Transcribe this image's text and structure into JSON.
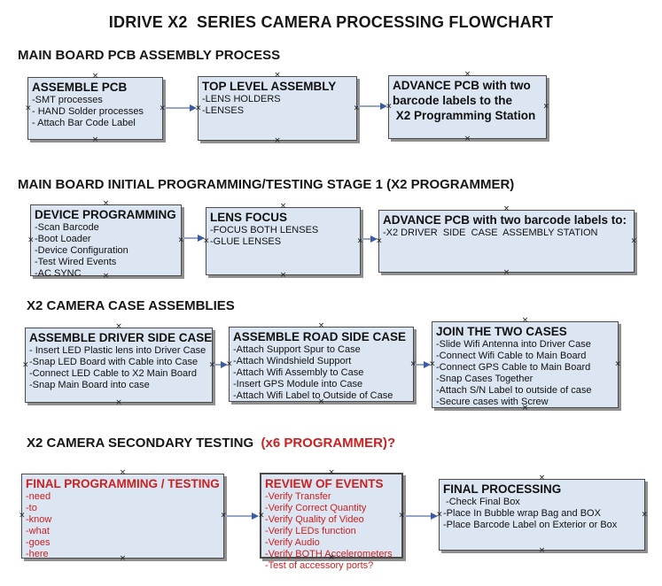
{
  "meta": {
    "anchor_glyph": "×"
  },
  "title": "IDRIVE X2  SERIES CAMERA PROCESSING FLOWCHART",
  "colors": {
    "box_fill": "#dce6f2",
    "box_border": "#4a4a4a",
    "box_shadow": "#8f8f8f",
    "arrow_line": "#96a5c5",
    "arrow_head": "#3b5ba5",
    "red_text": "#cc2020"
  },
  "sections": [
    {
      "heading": "MAIN BOARD PCB ASSEMBLY PROCESS",
      "boxes": [
        {
          "title": "ASSEMBLE PCB",
          "items": [
            "-SMT processes",
            "- HAND Solder processes",
            "- Attach Bar Code Label"
          ]
        },
        {
          "title": "TOP LEVEL ASSEMBLY",
          "items": [
            "-LENS HOLDERS",
            "-LENSES"
          ]
        },
        {
          "title": "ADVANCE PCB with two",
          "items": [
            "barcode labels to the",
            " X2 Programming Station"
          ]
        }
      ]
    },
    {
      "heading": "MAIN BOARD INITIAL PROGRAMMING/TESTING STAGE 1 (X2 PROGRAMMER)",
      "boxes": [
        {
          "title": "DEVICE PROGRAMMING",
          "items": [
            "-Scan Barcode",
            "-Boot Loader",
            "-Device Configuration",
            "-Test Wired Events",
            "-AC SYNC"
          ]
        },
        {
          "title": "LENS FOCUS",
          "items": [
            "-FOCUS BOTH LENSES",
            "-GLUE LENSES"
          ]
        },
        {
          "title": "ADVANCE PCB with two barcode labels to:",
          "items": [
            "-X2 DRIVER  SIDE  CASE  ASSEMBLY STATION"
          ]
        }
      ]
    },
    {
      "heading": "X2 CAMERA CASE ASSEMBLIES",
      "boxes": [
        {
          "title": "ASSEMBLE DRIVER SIDE CASE",
          "items": [
            "- Insert LED Plastic lens into Driver Case",
            "-Snap LED Board with Cable into Case",
            "-Connect LED Cable to X2 Main Board",
            "-Snap Main Board into case"
          ]
        },
        {
          "title": "ASSEMBLE ROAD SIDE CASE",
          "items": [
            "-Attach Support Spur to Case",
            "-Attach Windshield Support",
            "-Attach Wifi Assembly to Case",
            "-Insert GPS Module into Case",
            "-Attach Wifi Label to Outside of Case"
          ]
        },
        {
          "title": "JOIN THE TWO CASES",
          "items": [
            "-Slide Wifi Antenna into Driver Case",
            "-Connect Wifi Cable to Main Board",
            "-Connect GPS Cable to Main Board",
            "-Snap Cases Together",
            "-Attach S/N Label to outside of case",
            "-Secure cases with Screw"
          ]
        }
      ]
    },
    {
      "heading": "X2 CAMERA SECONDARY TESTING  ",
      "heading_suffix": "(x6 PROGRAMMER)?",
      "boxes": [
        {
          "title": "FINAL PROGRAMMING / TESTING",
          "items": [
            "-need",
            "-to",
            "-know",
            "-what",
            "-goes",
            "-here"
          ]
        },
        {
          "title": "REVIEW OF EVENTS",
          "items": [
            "-Verify Transfer",
            "-Verify Correct Quantity",
            "-Verify Quality of Video",
            "-Verify LEDs function",
            "-Verify Audio",
            "-Verify BOTH Accelerometers",
            "-Test of accessory ports?"
          ]
        },
        {
          "title": "FINAL PROCESSING",
          "items": [
            " -Check Final Box",
            "-Place In Bubble wrap Bag and BOX",
            "-Place Barcode Label on Exterior or Box"
          ]
        }
      ]
    }
  ]
}
